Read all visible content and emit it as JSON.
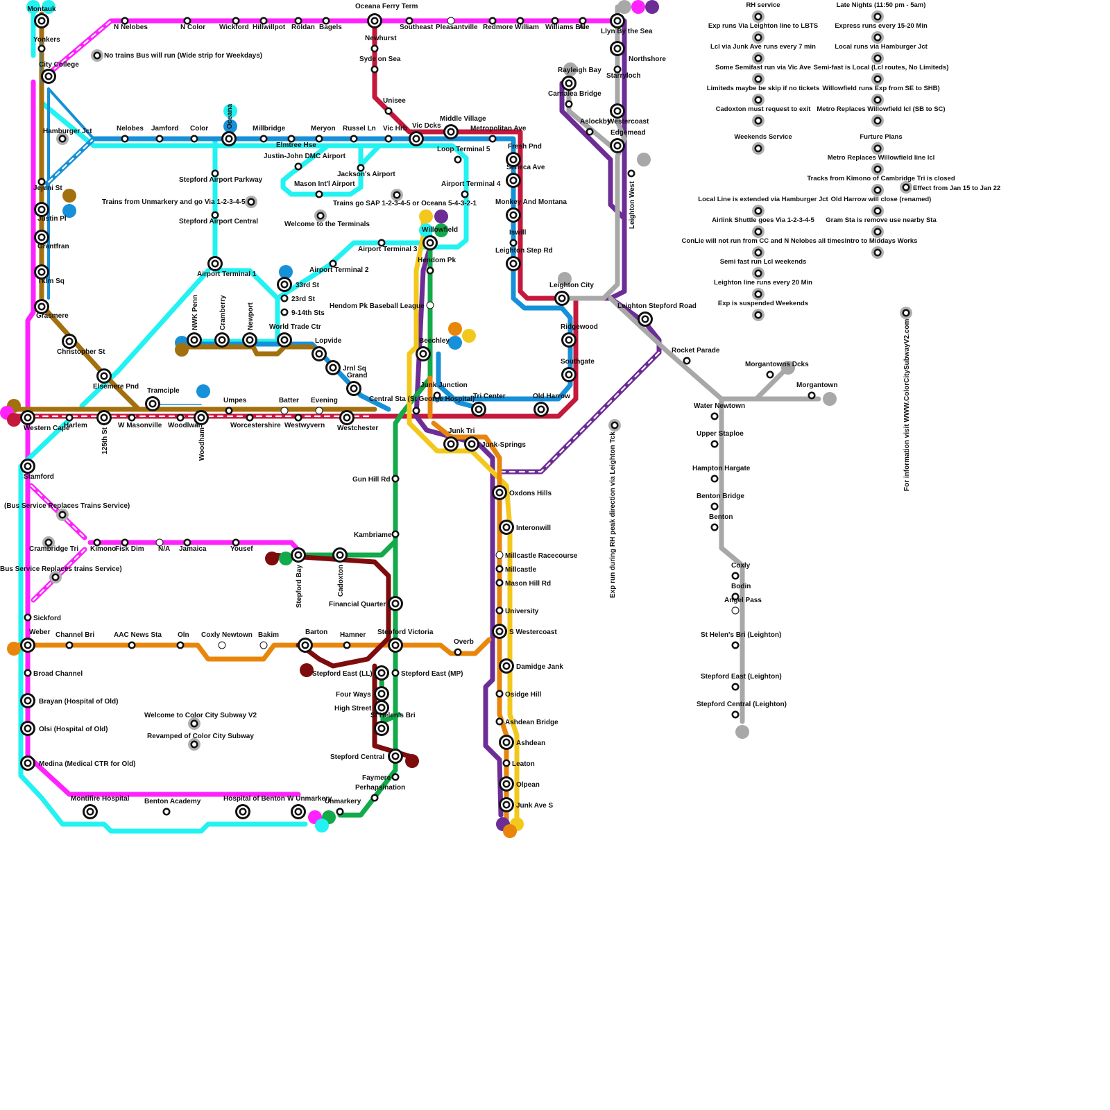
{
  "colors": {
    "magenta": "#ff22ff",
    "cyan": "#22f2f2",
    "blue": "#1690d8",
    "brown": "#a3700e",
    "red": "#c4183c",
    "purple": "#6c2d96",
    "green": "#12aa4a",
    "yellow": "#f2c81c",
    "orange": "#e8860c",
    "maroon": "#7e0c0c",
    "gray": "#a8a8a8"
  },
  "stations": {
    "montauk": "Montauk",
    "yonkers": "Yonkers",
    "city_college": "City College",
    "hamburger_jct": "Hamburger Jct",
    "jejuni_st": "Jejuni St",
    "justin_pl": "Justin Pl",
    "grantfran": "Grantfran",
    "tklm_sq": "Tklm Sq",
    "grasmere": "Grasmere",
    "christopher_st": "Christopher St",
    "elsemere_pnd": "Elsemere Pnd",
    "western_cape": "Western Cape",
    "harlem": "Harlem",
    "st_125": "125th St",
    "w_masonville": "W Masonville",
    "tramciple": "Tramciple",
    "woodlwan": "Woodlwan",
    "woodham": "Woodham",
    "umpes": "Umpes",
    "worcestershire": "Worcestershire",
    "batter": "Batter",
    "westwyvern": "Westwyvern",
    "evening": "Evening",
    "westchester": "Westchester",
    "central_sta": "Central Sta (St George Hospital)",
    "stamford": "Stamford",
    "n_nelobes": "N Nelobes",
    "n_color": "N Color",
    "wickford": "Wickford",
    "hillwillpot": "Hillwillpot",
    "roldan": "Roldan",
    "bagels": "Bagels",
    "oceana_ferry": "Oceana Ferry Term",
    "southeast": "Southeast",
    "pleasantville": "Pleasantville",
    "redmore": "Redmore",
    "william": "William",
    "williams_bri": "Williams Bri",
    "ale": "Ale",
    "llyn": "Llyn By the Sea",
    "northshore": "Northshore",
    "starryloch": "Starryloch",
    "westercoast": "Westercoast",
    "edgemead": "Edgemead",
    "leighton_west": "Leighton West",
    "newhurst": "Newhurst",
    "syde_on_sea": "Syde on Sea",
    "unisee": "Unisee",
    "vic_dcks": "Vic Dcks",
    "middle_village": "Middle Village",
    "metropolitan_ave": "Metropolitan Ave",
    "fresh_pnd": "Fresh Pnd",
    "seneca_ave": "Seneca Ave",
    "monkey_montana": "Monkey And Montana",
    "iswill": "Iswill",
    "leighton_step_rd": "Leighton Step Rd",
    "leighton_city": "Leighton City",
    "ridgewood": "Ridgewood",
    "southgate": "Southgate",
    "old_harrow": "Old Harrow",
    "tri_center": "Tri Center",
    "junk_junction": "Junk Junction",
    "nelobes": "Nelobes",
    "jamford": "Jamford",
    "color": "Color",
    "oceana": "Oceana",
    "millbridge": "Millbridge",
    "elmtree_hse": "Elmtree Hse",
    "meryon": "Meryon",
    "russel_ln": "Russel Ln",
    "vic_hrb": "Vic Hrb",
    "loop_terminal_5": "Loop Terminal 5",
    "justin_john": "Justin-John DMC Airport",
    "jacksons_airport": "Jackson's Airport",
    "mason_intl": "Mason Int'l Airport",
    "airport_terminal_4": "Airport Terminal 4",
    "stepford_airport_pkwy": "Stepford Airport Parkway",
    "stepford_airport_central": "Stepford Airport Central",
    "airport_terminal_1": "Airport Terminal 1",
    "airport_terminal_2": "Airport Terminal 2",
    "airport_terminal_3": "Airport Terminal 3",
    "willowfield": "Willowfield",
    "hendom_pk": "Hendom Pk",
    "hendom_pk_baseball": "Hendom Pk Baseball League",
    "beechley": "Beechley",
    "st_33": "33rd St",
    "st_23": "23rd St",
    "st_9_14": "9-14th Sts",
    "world_trade": "World Trade Ctr",
    "nwk_penn": "NWK Penn",
    "cramberry": "Cramberry",
    "newport": "Newport",
    "lopvide": "Lopvide",
    "jrnl_sq": "Jrnl Sq",
    "grand": "Grand",
    "rayleigh_bay": "Rayleigh Bay",
    "carnalea_bridge": "Carnalea Bridge",
    "aslockby": "Aslockby",
    "leighton_stepford_road": "Leighton Stepford Road",
    "rocket_parade": "Rocket Parade",
    "water_newtown": "Water Newtown",
    "morgantowns_dcks": "Morgantowns Dcks",
    "morgantown": "Morgantown",
    "upper_staploe": "Upper Staploe",
    "hampton_hargate": "Hampton Hargate",
    "benton_bridge": "Benton Bridge",
    "benton": "Benton",
    "coxly": "Coxly",
    "bodin": "Bodin",
    "angel_pass": "Angel Pass",
    "st_helens_bri_leighton": "St Helen's Bri (Leighton)",
    "stepford_east_leighton": "Stepford East (Leighton)",
    "stepford_central_leighton": "Stepford Central (Leighton)",
    "junk_tri": "Junk Tri",
    "junk_springs": "Junk-Springs",
    "oxdons_hills": "Oxdons Hills",
    "interonwill": "Interonwill",
    "millcastle_racecourse": "Millcastle Racecourse",
    "millcastle": "Millcastle",
    "mason_hill_rd": "Mason Hill Rd",
    "university": "University",
    "s_westercoast": "S Westercoast",
    "damidge_jank": "Damidge Jank",
    "osidge_hill": "Osidge Hill",
    "ashdean_bridge": "Ashdean Bridge",
    "ashdean": "Ashdean",
    "leaton": "Leaton",
    "olpean": "Olpean",
    "junk_ave_s": "Junk Ave S",
    "gun_hill_rd": "Gun Hill Rd",
    "kambriame": "Kambriame",
    "financial_quarter": "Financial Quarter",
    "stepford_victoria": "Stepford Victoria",
    "stepford_east_ll": "Stepford East (LL)",
    "stepford_east_mp": "Stepford East (MP)",
    "four_ways": "Four Ways",
    "high_street": "High Street",
    "st_helens_bri": "St Helen's Bri",
    "stepford_central": "Stepford Central",
    "faymere": "Faymere",
    "perhapsination": "Perhapsination",
    "unmarkery": "Unmarkery",
    "stepford_bay": "Stepford Bay",
    "cadoxton": "Cadoxton",
    "kimono": "Kimono",
    "fisk_dim": "Fisk Dim",
    "na": "N/A",
    "jamaica": "Jamaica",
    "yousef": "Yousef",
    "crambridge_tri": "Crambridge Tri",
    "sickford": "Sickford",
    "weber": "Weber",
    "channel_bri": "Channel Bri",
    "aac_news": "AAC News Sta",
    "oln": "Oln",
    "coxly_newtown": "Coxly Newtown",
    "bakim": "Bakim",
    "barton": "Barton",
    "hamner": "Hamner",
    "overb": "Overb",
    "broad_channel": "Broad Channel",
    "brayan": "Brayan (Hospital of Old)",
    "olsi": "Olsi (Hospital of Old)",
    "medina": "Medina (Medical CTR for Old)",
    "montifire": "Montifire Hospital",
    "benton_academy": "Benton Academy",
    "hospital_benton": "Hospital of Benton",
    "w_unmarkery": "W Unmarkery"
  },
  "notes": {
    "no_trains_bus": "No trains Bus will run (Wide strip for Weekdays)",
    "trains_unmarkery": "Trains from Unmarkery and go Via 1-2-3-4-5",
    "welcome_terminals": "Welcome to the Terminals",
    "trains_go_sap": "Trains go SAP 1-2-3-4-5 or Oceana 5-4-3-2-1",
    "bus_replaces_1": "(Bus Service Replaces Trains Service)",
    "bus_replaces_2": "Bus Service Replaces trains Service)",
    "welcome_v2": "Welcome to Color City Subway V2",
    "revamped": "Revamped of Color City Subway",
    "exp_run_rh": "Exp run during RH peak direction via Leighton Tck",
    "info": "For information visit WWW.ColorCitySubwayV2.com"
  },
  "legend_left": [
    "RH service",
    "Exp runs Via Leighton line to LBTS",
    "Lcl via Junk Ave runs every 7 min",
    "Some Semifast run via Vic Ave",
    "Limiteds maybe be skip if no tickets",
    "Cadoxton must request to exit",
    "Weekends Service",
    "Local Line is extended via Hamburger Jct",
    "Airlink Shuttle goes Via 1-2-3-4-5",
    "ConLie will not run from CC and N Nelobes all times",
    "Semi fast run Lcl weekends",
    "Leighton line runs every 20 Min",
    "Exp is suspended Weekends"
  ],
  "legend_right": [
    "Late Nights (11:50 pm - 5am)",
    "Express runs every 15-20 Min",
    "Local runs via Hamburger Jct",
    "Semi-fast is Local (Lcl routes, No Limiteds)",
    "Willowfield runs Exp from SE to SHB)",
    "Metro Replaces Willowfield lcl (SB to SC)",
    "Furture Plans",
    "Metro Replaces Willowfield line lcl",
    "Tracks from Kimono  of Cambridge Tri is closed",
    "Old Harrow will close (renamed)",
    "Gram Sta is remove use nearby Sta",
    "Intro to Middays Works"
  ],
  "effect_note": "Effect from Jan 15 to Jan 22"
}
